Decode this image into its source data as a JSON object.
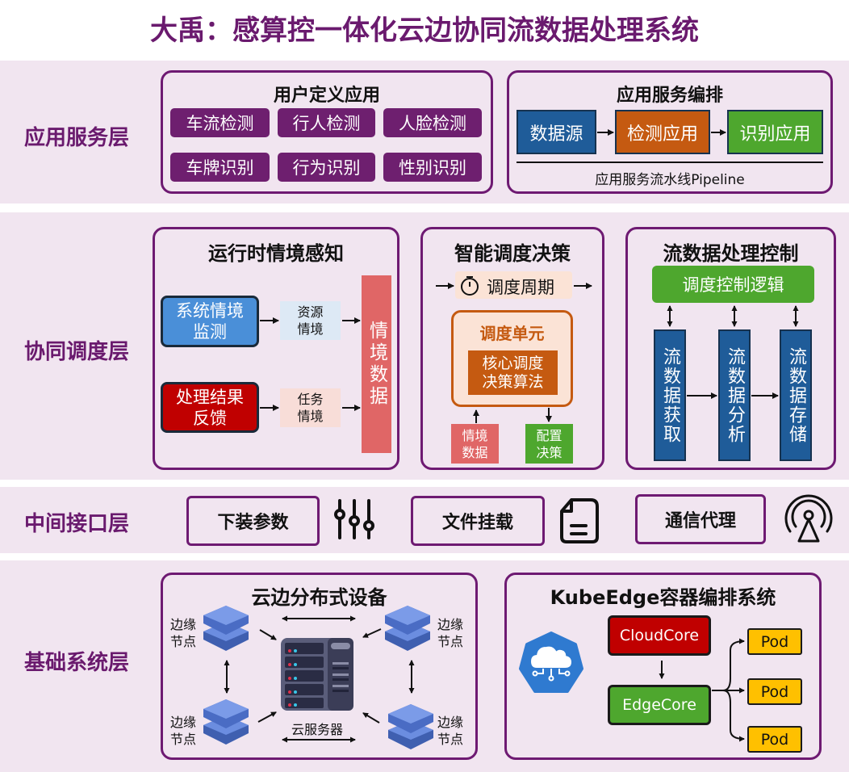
{
  "title": "大禹：感算控一体化云边协同流数据处理系统",
  "layers": {
    "app": "应用服务层",
    "coord": "协同调度层",
    "iface": "中间接口层",
    "base": "基础系统层"
  },
  "app_layer": {
    "user_apps": {
      "title": "用户定义应用",
      "items": [
        "车流检测",
        "行人检测",
        "人脸检测",
        "车牌识别",
        "行为识别",
        "性别识别"
      ]
    },
    "orchestration": {
      "title": "应用服务编排",
      "steps": [
        "数据源",
        "检测应用",
        "识别应用"
      ],
      "step_colors": [
        "#1f5c99",
        "#c55a11",
        "#4ea72e"
      ],
      "pipeline_label": "应用服务流水线Pipeline"
    }
  },
  "coord_layer": {
    "context": {
      "title": "运行时情境感知",
      "system_monitor": "系统情境监测",
      "feedback": "处理结果反馈",
      "resource_ctx": "资源情境",
      "task_ctx": "任务情境",
      "ctx_data": "情境数据"
    },
    "decision": {
      "title": "智能调度决策",
      "period": "调度周期",
      "unit_title": "调度单元",
      "core_algo": "核心调度决策算法",
      "ctx_data": "情境数据",
      "config_decision": "配置决策"
    },
    "stream": {
      "title": "流数据处理控制",
      "control_logic": "调度控制逻辑",
      "stages": [
        "流数据获取",
        "流数据分析",
        "流数据存储"
      ]
    }
  },
  "iface_layer": {
    "items": [
      {
        "label": "下装参数",
        "icon": "sliders-icon"
      },
      {
        "label": "文件挂载",
        "icon": "document-icon"
      },
      {
        "label": "通信代理",
        "icon": "broadcast-antenna-icon"
      }
    ]
  },
  "base_layer": {
    "devices": {
      "title": "云边分布式设备",
      "edge_node": "边缘节点",
      "cloud_server": "云服务器"
    },
    "kubeedge": {
      "title": "KubeEdge容器编排系统",
      "cloudcore": "CloudCore",
      "edgecore": "EdgeCore",
      "pods": [
        "Pod",
        "Pod",
        "Pod"
      ]
    }
  },
  "colors": {
    "brand_purple": "#6e1a72",
    "band_bg": "#f1e5f0",
    "blue": "#1f5c99",
    "orange": "#c55a11",
    "green": "#4ea72e",
    "red": "#c00000",
    "salmon": "#e06666",
    "pod_yellow": "#ffc000"
  }
}
